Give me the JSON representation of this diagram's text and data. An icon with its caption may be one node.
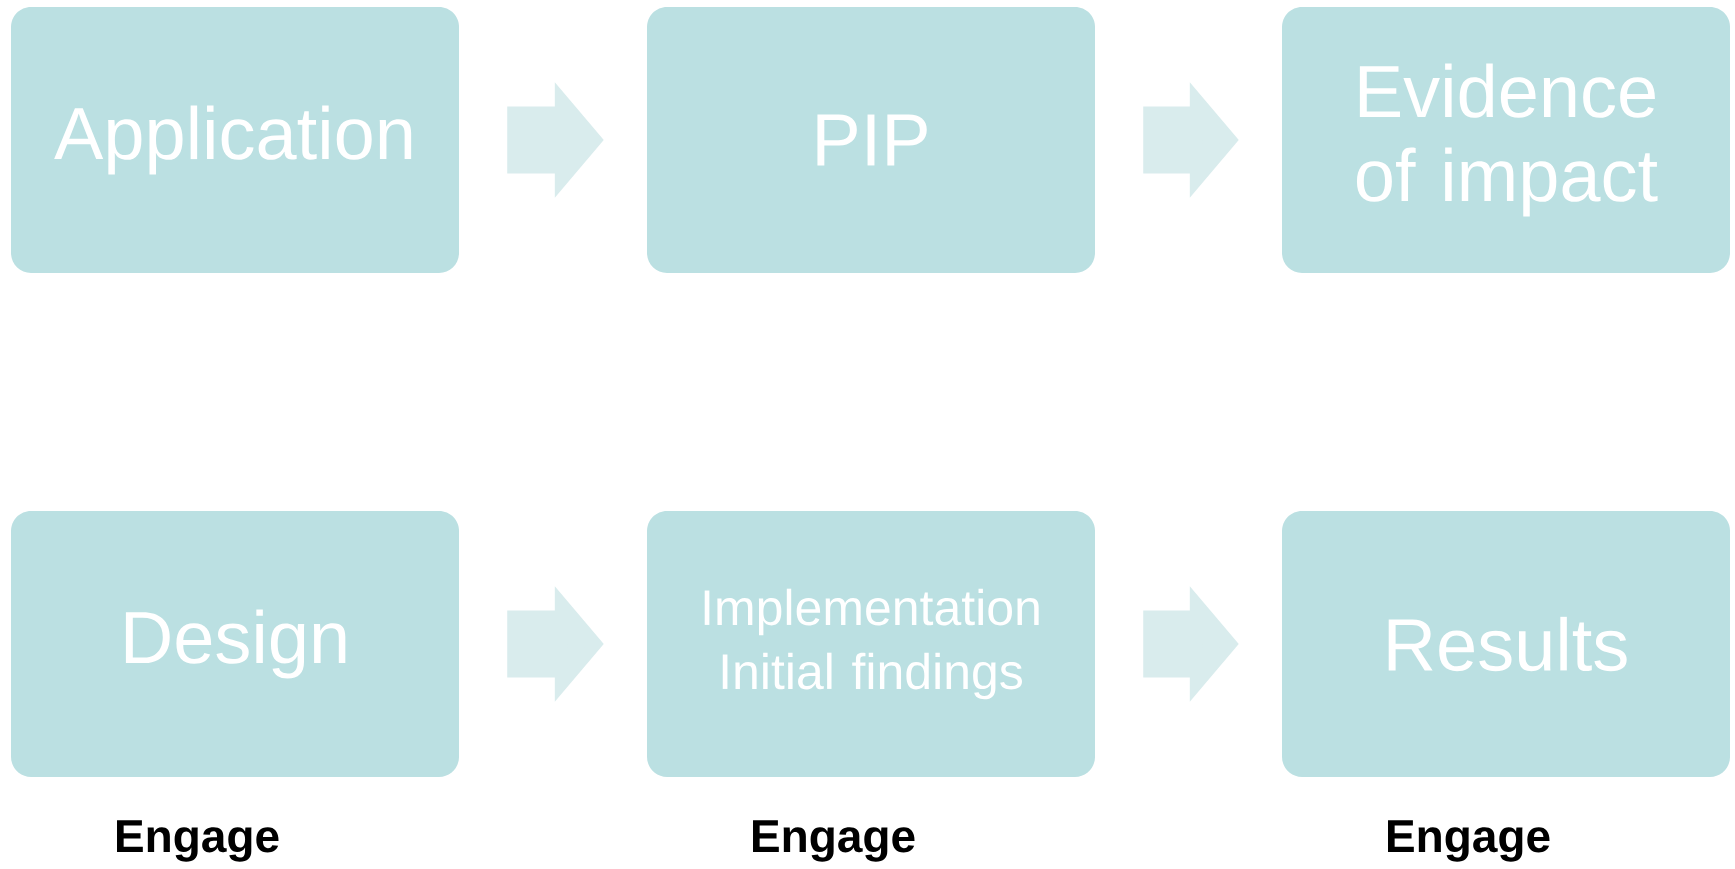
{
  "diagram": {
    "nodes": [
      {
        "text": [
          "Application"
        ]
      },
      {
        "text": [
          "PIP"
        ]
      },
      {
        "text": [
          "Evidence of impact"
        ]
      },
      {
        "text": [
          "Design"
        ],
        "beside": [
          "Engage"
        ]
      },
      {
        "text": [
          "Implementation",
          "Initial findings"
        ],
        "beside": [
          "Engage"
        ]
      },
      {
        "text": [
          "Results"
        ],
        "beside": [
          "Engage"
        ]
      }
    ],
    "edges": [
      {
        "from": 0,
        "to": 1,
        "arrow": "to"
      },
      {
        "from": 1,
        "to": 2,
        "arrow": "to"
      },
      {
        "from": 3,
        "to": 4,
        "arrow": "to"
      },
      {
        "from": 4,
        "to": 5,
        "arrow": "to"
      }
    ]
  }
}
